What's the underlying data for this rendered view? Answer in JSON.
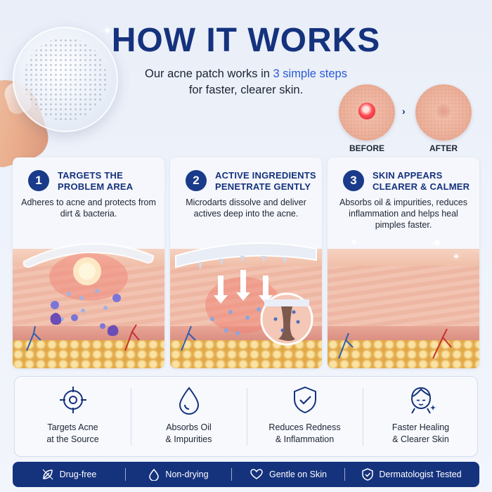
{
  "header": {
    "title": "HOW IT WORKS",
    "subtitle_pre": "Our acne patch works in ",
    "subtitle_highlight": "3 simple steps",
    "subtitle_post": "for faster, clearer skin."
  },
  "before_after": {
    "before_label": "BEFORE",
    "after_label": "AFTER",
    "arrow": "›"
  },
  "steps": [
    {
      "number": "1",
      "title_line1": "TARGETS THE",
      "title_line2": "PROBLEM AREA",
      "description": "Adheres to acne and protects from dirt & bacteria."
    },
    {
      "number": "2",
      "title_line1": "ACTIVE INGREDIENTS",
      "title_line2": "PENETRATE GENTLY",
      "description": "Microdarts dissolve and deliver actives deep into the acne."
    },
    {
      "number": "3",
      "title_line1": "SKIN APPEARS",
      "title_line2": "CLEARER & CALMER",
      "description": "Absorbs oil & impurities, reduces inflammation and helps heal pimples faster."
    }
  ],
  "benefits": [
    {
      "icon": "target-icon",
      "line1": "Targets Acne",
      "line2": "at the Source"
    },
    {
      "icon": "drop-icon",
      "line1": "Absorbs Oil",
      "line2": "& Impurities"
    },
    {
      "icon": "shield-check-icon",
      "line1": "Reduces Redness",
      "line2": "& Inflammation"
    },
    {
      "icon": "face-sparkle-icon",
      "line1": "Faster Healing",
      "line2": "& Clearer Skin"
    }
  ],
  "badges": [
    {
      "icon": "leaf-icon",
      "label": "Drug-free"
    },
    {
      "icon": "drop-icon",
      "label": "Non-drying"
    },
    {
      "icon": "heart-hands-icon",
      "label": "Gentle on Skin"
    },
    {
      "icon": "shield-check-icon",
      "label": "Dermatologist Tested"
    }
  ],
  "colors": {
    "brand_navy": "#15327d",
    "highlight_blue": "#2a5ad6",
    "pimple_red": "#e63a45"
  }
}
